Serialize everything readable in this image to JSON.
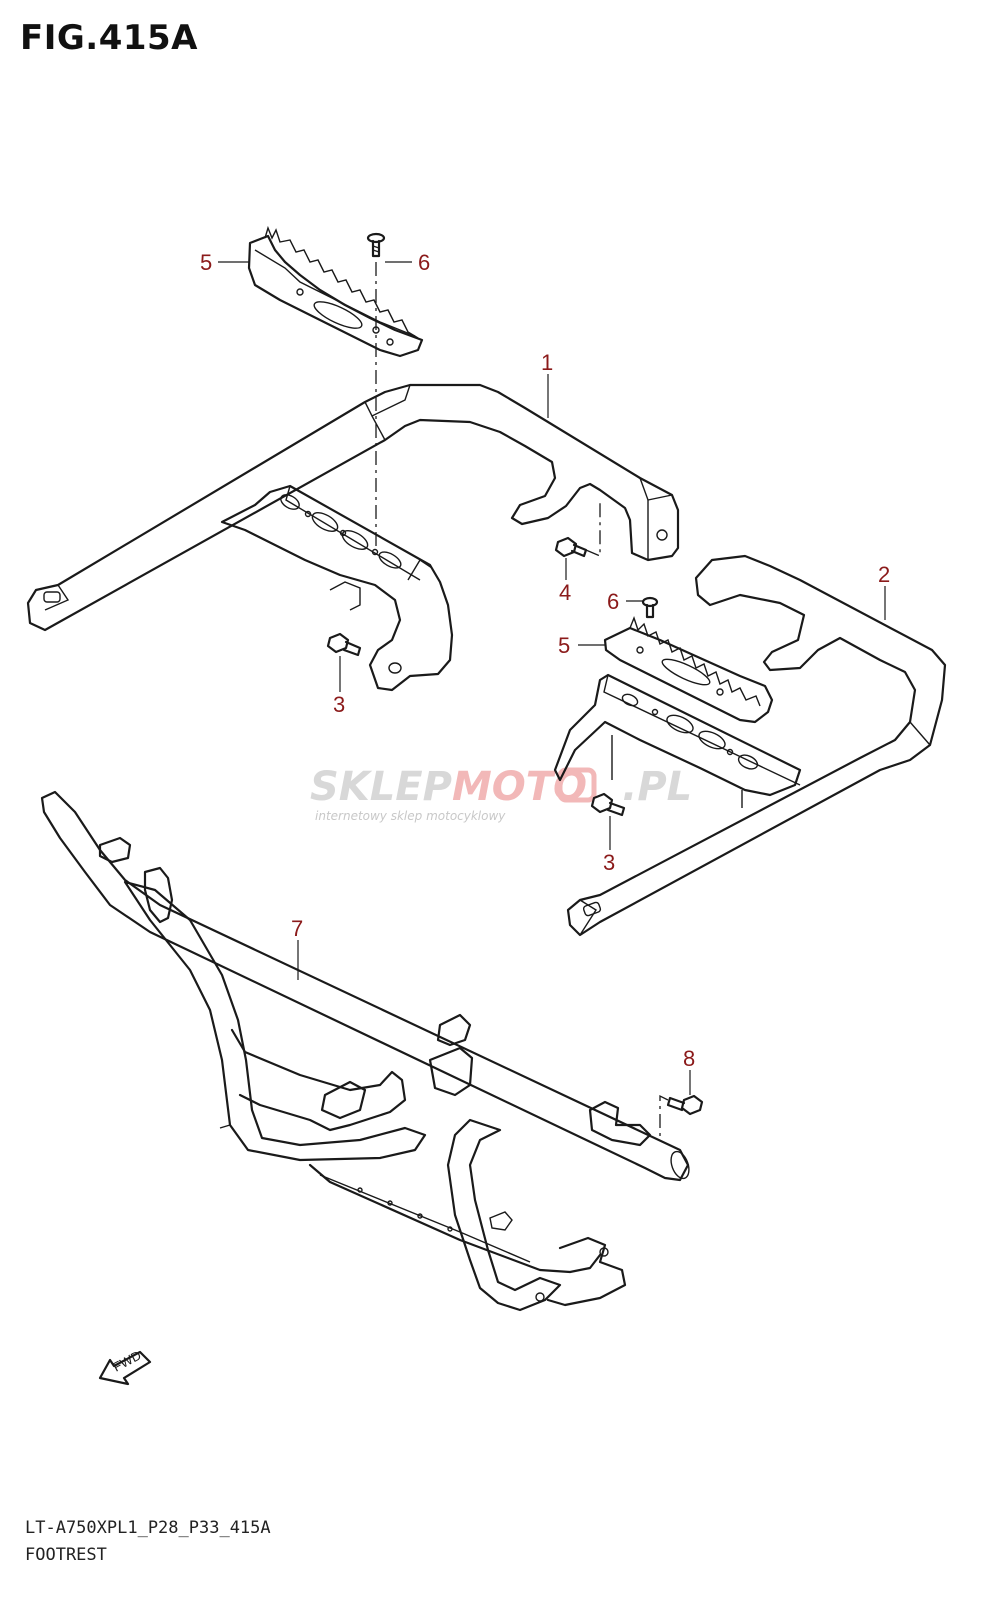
{
  "figure": {
    "title": "FIG.415A",
    "code": "LT-A750XPL1_P28_P33_415A",
    "name": "FOOTREST"
  },
  "callouts": [
    {
      "id": "c5a",
      "label": "5"
    },
    {
      "id": "c6a",
      "label": "6"
    },
    {
      "id": "c1",
      "label": "1"
    },
    {
      "id": "c4",
      "label": "4"
    },
    {
      "id": "c3a",
      "label": "3"
    },
    {
      "id": "c2",
      "label": "2"
    },
    {
      "id": "c6b",
      "label": "6"
    },
    {
      "id": "c5b",
      "label": "5"
    },
    {
      "id": "c3b",
      "label": "3"
    },
    {
      "id": "c7",
      "label": "7"
    },
    {
      "id": "c8",
      "label": "8"
    }
  ],
  "fwd_arrow": {
    "label": "FWD"
  },
  "watermark": {
    "brand_left": "SKLEP",
    "brand_mid": "MOTO",
    "brand_right": ".PL",
    "tagline": "internetowy sklep motocyklowy"
  },
  "colors": {
    "callout": "#8b1a1a",
    "line": "#1a1a1a",
    "watermark_gray": "#d8d8d8",
    "watermark_red": "#f2b8b8"
  }
}
